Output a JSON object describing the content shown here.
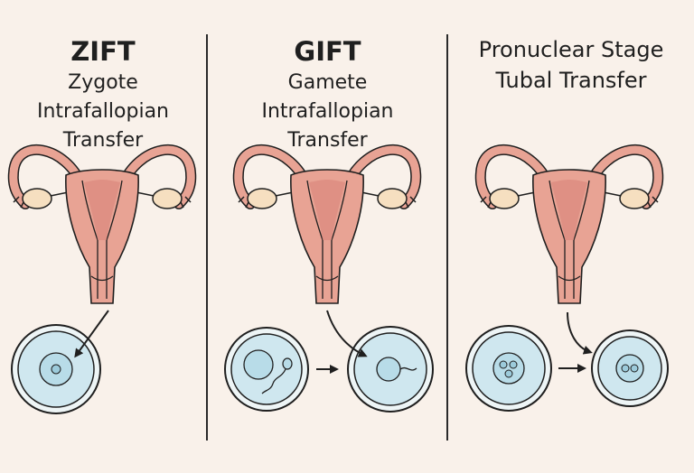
{
  "panels": [
    {
      "title": "ZIFT",
      "subtitle_lines": [
        "Zygote",
        "Intrafallopian",
        "Transfer"
      ]
    },
    {
      "title": "GIFT",
      "subtitle_lines": [
        "Gamete",
        "Intrafallopian",
        "Transfer"
      ]
    },
    {
      "title": "Pronuclear Stage",
      "subtitle_lines": [
        "Tubal Transfer"
      ]
    }
  ],
  "colors": {
    "background": "#f9f1ea",
    "uterus_fill": "#e8a394",
    "uterus_inner": "#d9837a",
    "ovary_fill": "#f6dfc0",
    "cell_fill": "#cfe7ef",
    "cell_ring": "#e9f3f5",
    "outline": "#1f1f1f"
  }
}
